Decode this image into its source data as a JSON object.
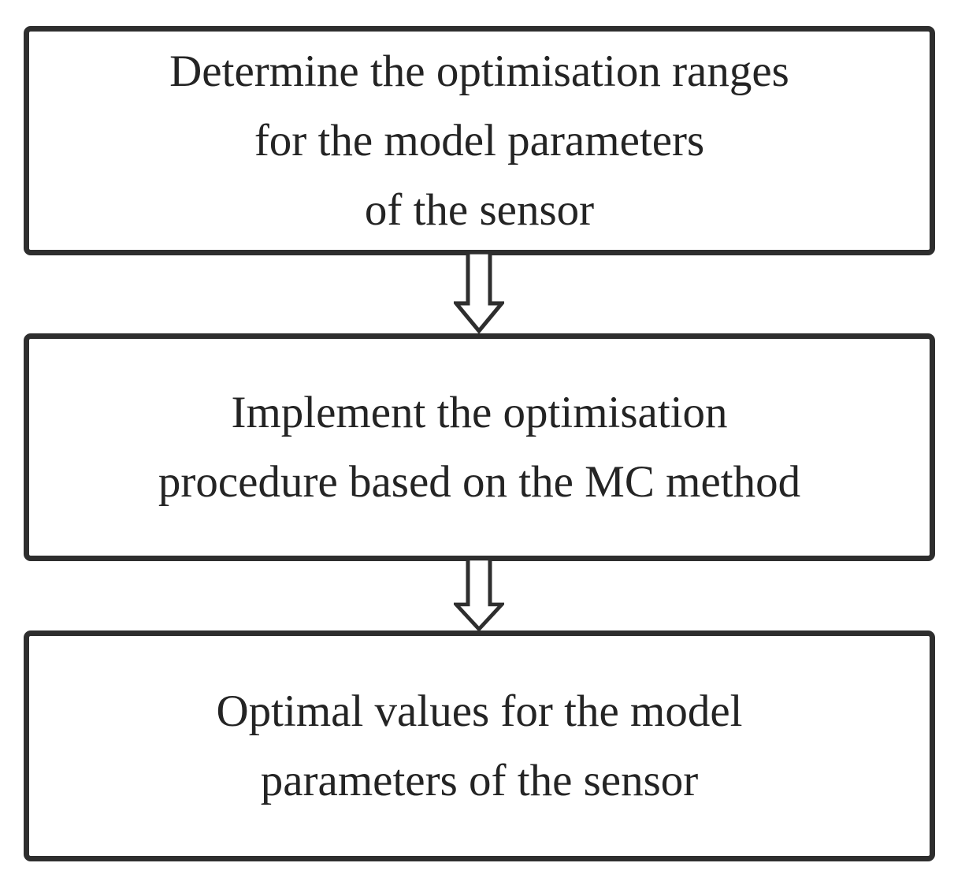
{
  "diagram": {
    "type": "flowchart",
    "direction": "top-down",
    "steps": [
      {
        "id": 1,
        "text": "Determine the optimisation ranges for the model parameters of the sensor",
        "lines": [
          "Determine the optimisation ranges",
          "for the model parameters",
          "of the sensor"
        ]
      },
      {
        "id": 2,
        "text": "Implement the optimisation procedure based on the MC method",
        "lines": [
          "Implement the optimisation",
          "procedure based on the MC method"
        ]
      },
      {
        "id": 3,
        "text": "Optimal values for the model parameters of the sensor",
        "lines": [
          "Optimal values for the model",
          "parameters of the sensor"
        ]
      }
    ],
    "connectors": [
      {
        "from": 1,
        "to": 2,
        "shape": "hollow-block-arrow",
        "direction": "down"
      },
      {
        "from": 2,
        "to": 3,
        "shape": "hollow-block-arrow",
        "direction": "down"
      }
    ]
  },
  "colors": {
    "background": "#ffffff",
    "box_fill": "#ffffff",
    "line": "#2e2e2e",
    "text": "#242424"
  }
}
